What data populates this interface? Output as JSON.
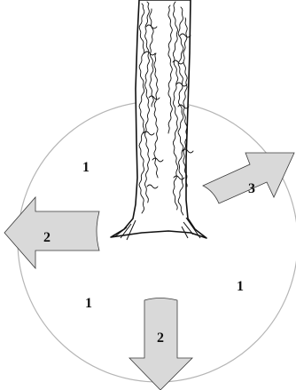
{
  "colors": {
    "circle_stroke": "#b5b5b5",
    "arrow_fill": "#d9d9d9",
    "outline": "#111111",
    "background": "#ffffff"
  },
  "icons": {
    "trunk": "tree-trunk-bark",
    "arrows": "block-arrow"
  },
  "labels": {
    "region_upper_left": "1",
    "region_lower_left": "1",
    "region_lower_right": "1",
    "arrow_left": "2",
    "arrow_down": "2",
    "arrow_upper_right": "3"
  }
}
